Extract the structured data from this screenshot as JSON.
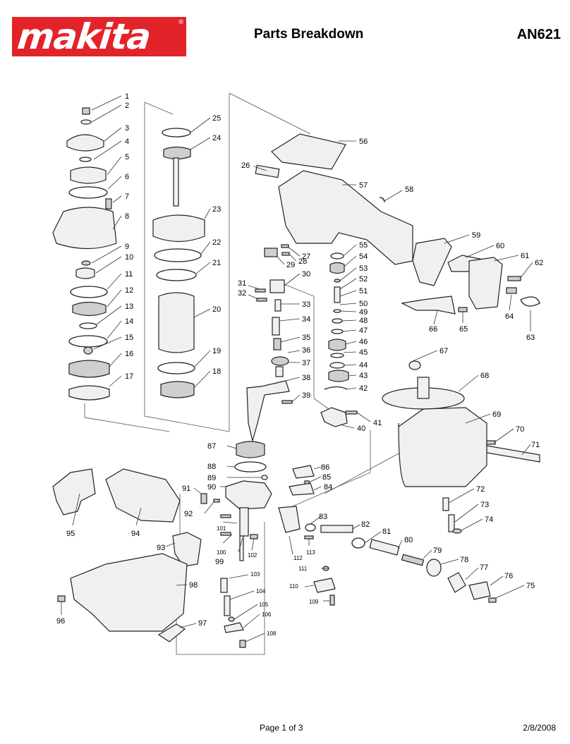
{
  "header": {
    "brand": "makita",
    "brand_mark": "®",
    "title": "Parts Breakdown",
    "model": "AN621"
  },
  "footer": {
    "page": "Page 1 of 3",
    "date": "2/8/2008"
  },
  "colors": {
    "brand_red": "#e3232a"
  },
  "callouts": {
    "n1": "1",
    "n2": "2",
    "n3": "3",
    "n4": "4",
    "n5": "5",
    "n6": "6",
    "n7": "7",
    "n8": "8",
    "n9": "9",
    "n10": "10",
    "n11": "11",
    "n12": "12",
    "n13": "13",
    "n14": "14",
    "n15": "15",
    "n16": "16",
    "n17": "17",
    "n18": "18",
    "n19": "19",
    "n20": "20",
    "n21": "21",
    "n22": "22",
    "n23": "23",
    "n24": "24",
    "n25": "25",
    "n26": "26",
    "n27": "27",
    "n28": "28",
    "n29": "29",
    "n30": "30",
    "n31": "31",
    "n32": "32",
    "n33": "33",
    "n34": "34",
    "n35": "35",
    "n36": "36",
    "n37": "37",
    "n38": "38",
    "n39": "39",
    "n40": "40",
    "n41": "41",
    "n42": "42",
    "n43": "43",
    "n44": "44",
    "n45": "45",
    "n46": "46",
    "n47": "47",
    "n48": "48",
    "n49": "49",
    "n50": "50",
    "n51": "51",
    "n52": "52",
    "n53": "53",
    "n54": "54",
    "n55": "55",
    "n56": "56",
    "n57": "57",
    "n58": "58",
    "n59": "59",
    "n60": "60",
    "n61": "61",
    "n62": "62",
    "n63": "63",
    "n64": "64",
    "n65": "65",
    "n66": "66",
    "n67": "67",
    "n68": "68",
    "n69": "69",
    "n70": "70",
    "n71": "71",
    "n72": "72",
    "n73": "73",
    "n74": "74",
    "n75": "75",
    "n76": "76",
    "n77": "77",
    "n78": "78",
    "n79": "79",
    "n80": "80",
    "n81": "81",
    "n82": "82",
    "n83": "83",
    "n84": "84",
    "n85": "85",
    "n86": "86",
    "n87": "87",
    "n88": "88",
    "n89": "89",
    "n90": "90",
    "n91": "91",
    "n92": "92",
    "n93": "93",
    "n94": "94",
    "n95": "95",
    "n96": "96",
    "n97": "97",
    "n98": "98",
    "n99": "99",
    "n100": "100",
    "n101": "101",
    "n102": "102",
    "n103": "103",
    "n104": "104",
    "n105": "105",
    "n106": "106",
    "n108": "108",
    "n109": "109",
    "n110": "110",
    "n111": "111",
    "n112": "112",
    "n113": "113"
  }
}
